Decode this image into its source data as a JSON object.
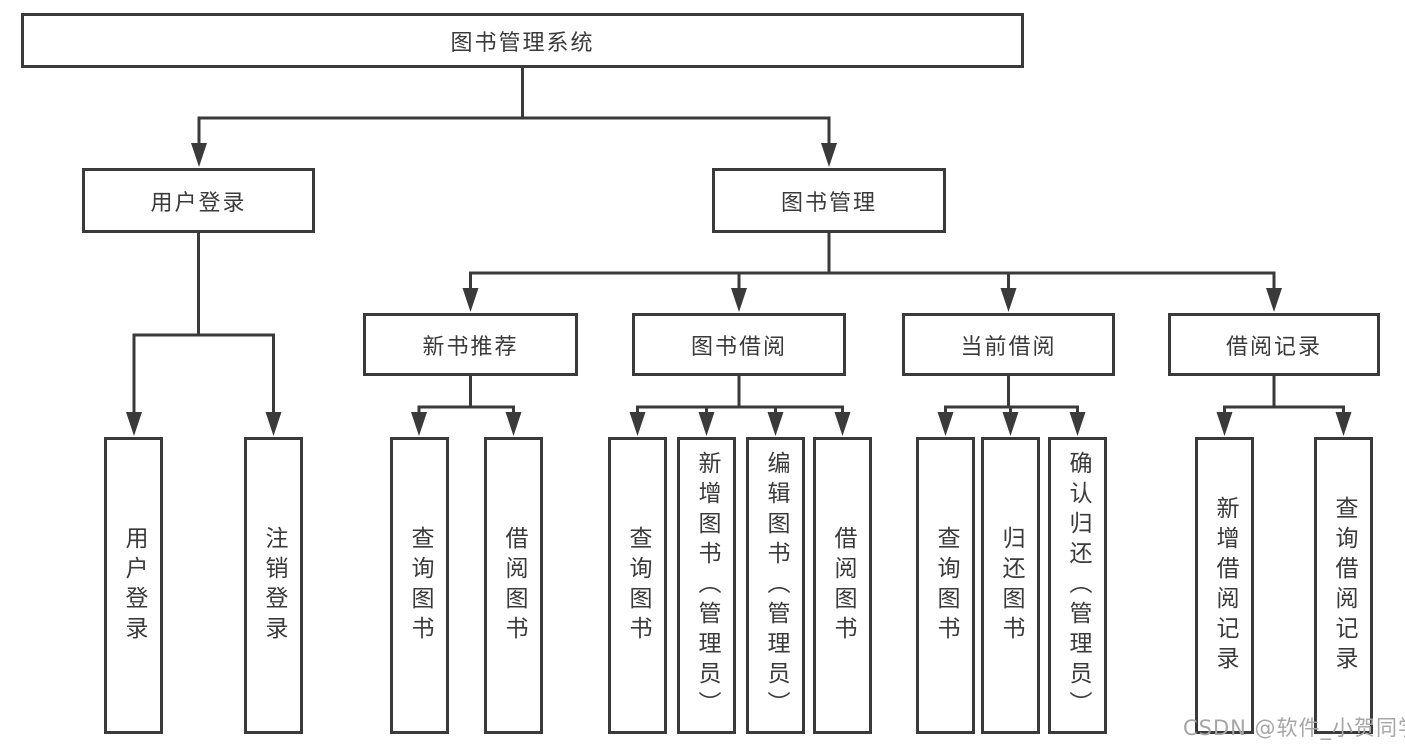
{
  "diagram": {
    "root": "图书管理系统",
    "branches": [
      {
        "label": "用户登录",
        "children": [
          "用户登录",
          "注销登录"
        ]
      },
      {
        "label": "图书管理",
        "children": [
          {
            "label": "新书推荐",
            "children": [
              "查询图书",
              "借阅图书"
            ]
          },
          {
            "label": "图书借阅",
            "children": [
              "查询图书",
              "新增图书（管理员）",
              "编辑图书（管理员）",
              "借阅图书"
            ]
          },
          {
            "label": "当前借阅",
            "children": [
              "查询图书",
              "归还图书",
              "确认归还（管理员）"
            ]
          },
          {
            "label": "借阅记录",
            "children": [
              "新增借阅记录",
              "查询借阅记录"
            ]
          }
        ]
      }
    ]
  },
  "watermark": "CSDN @软件_小贺同学",
  "colors": {
    "line": "#3a3a3a",
    "text": "#3a3a3a",
    "background": "#ffffff",
    "watermark": "#a6a6a6"
  }
}
